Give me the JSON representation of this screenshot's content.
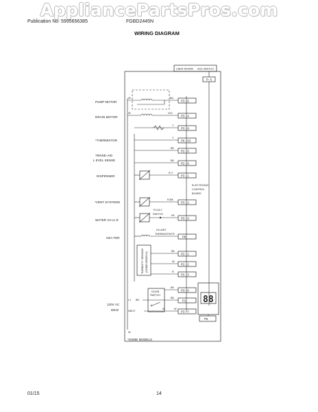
{
  "watermark": "AppliancePartsPros.com",
  "header": {
    "publication": "Publication No: 5995656385",
    "model": "FGBD2445N"
  },
  "title": "WIRING DIAGRAM",
  "top_box": {
    "user_interface": "USER INTERF",
    "ace_switch": "ACE SWITCH",
    "pin": "P- 5"
  },
  "components": {
    "pump_motor": "PUMP MOTOR",
    "drain_motor": "DRAIN MOTOR",
    "thermistor": "*THERMISTOR",
    "rinse_aid": "*RINSE-AID",
    "level_sense": "L EVEL SENSE",
    "dispenser": "DISPENSER",
    "vent_systems": "*VENT SYSTEMS",
    "water_valve": "WATER  VA LV E",
    "heater": "HEA  TER",
    "float_switch_1": "FLOA  T",
    "float_switch_2": "SWITCH",
    "hi_limit_1": "HI-LIMIT",
    "hi_limit_2": "THERMOSTAT",
    "turbidity": "TURBIDITY SENSOR",
    "turbidity_models": "(SOME MODELS)",
    "electronic_1": "ELECTRONIC",
    "electronic_2": "CONTROL",
    "electronic_3": "BOARD",
    "door_switch_1": "DOOR",
    "door_switch_2": "SWITCH",
    "supply_1": "120V  AC",
    "supply_2": "60HZ",
    "l1": "L1",
    "neut": "NEUT",
    "display": "88",
    "p6": "P6"
  },
  "wire_colors": {
    "w": "W",
    "bu": "BU",
    "vio": "VIO",
    "y": "Y",
    "bk": "BK",
    "ry": "R-Y",
    "rbk": "R-BK",
    "pk": "PK",
    "r": "R",
    "bk_short": "BK"
  },
  "pins": [
    "P3 - 5",
    "P3 - 4",
    "P3 - 9",
    "P6 - 63",
    "P2 - 5",
    "P2 - 6",
    "P3 - 1",
    "P3 - 2",
    "P3 - 3",
    "P8",
    "P2 - 1",
    "P2 - 2",
    "P2 - 3",
    "P3 - 6",
    "P1",
    "P3 - 7"
  ],
  "note": "*SOME MODELS",
  "footer": {
    "date": "01/15",
    "page": "14"
  }
}
